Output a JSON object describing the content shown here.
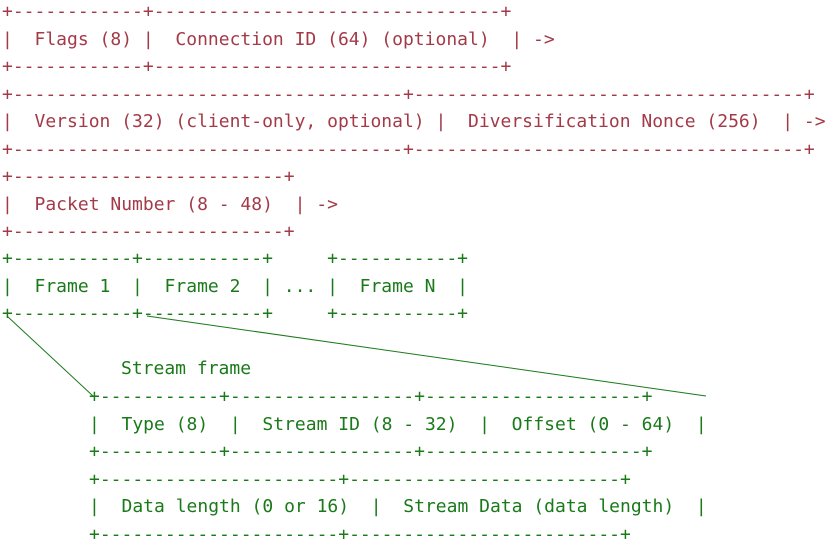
{
  "header_lines": [
    "+------------+--------------------------------+",
    "|  Flags (8) |  Connection ID (64) (optional)  | ->",
    "+------------+--------------------------------+",
    "+------------------------------------+------------------------------------+",
    "|  Version (32) (client-only, optional) |  Diversification Nonce (256)  | ->",
    "+------------------------------------+------------------------------------+",
    "+-------------------------+",
    "|  Packet Number (8 - 48)  | ->",
    "+-------------------------+"
  ],
  "frame_lines": [
    "+-----------+-----------+     +-----------+",
    "|  Frame 1  |  Frame 2  | ... |  Frame N  |",
    "+-----------+-----------+     +-----------+"
  ],
  "stream_label": "Stream frame",
  "stream_lines": [
    "+-----------+-----------------+--------------------+",
    "|  Type (8)  |  Stream ID (8 - 32)  |  Offset (0 - 64)  |",
    "+-----------+-----------------+--------------------+",
    "+----------------------+-------------------------+",
    "|  Data length (0 or 16)  |  Stream Data (data length)  |",
    "+----------------------+-------------------------+"
  ],
  "colors": {
    "header_text": "#a33a48",
    "frame_text": "#1a7a1a"
  }
}
